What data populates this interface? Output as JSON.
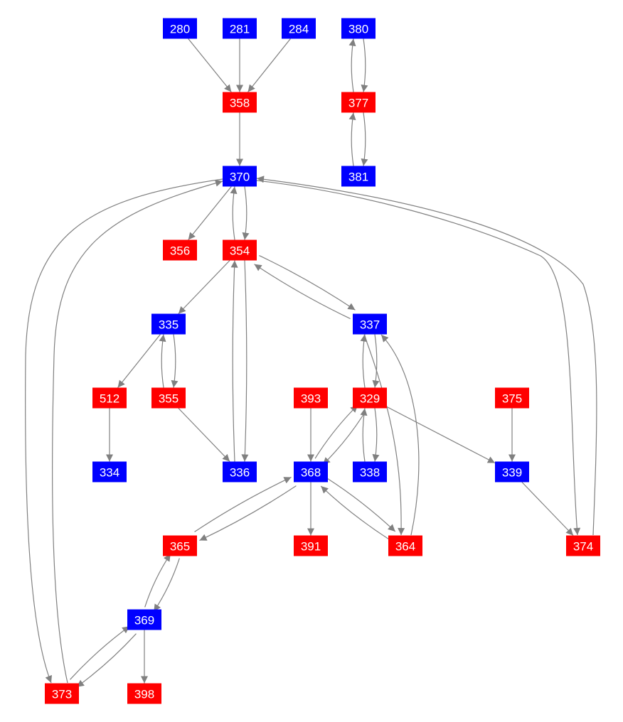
{
  "colors": {
    "blue": "#0000ff",
    "red": "#ff0000",
    "edge": "#808080"
  },
  "nodes": [
    {
      "id": "280",
      "color": "blue"
    },
    {
      "id": "281",
      "color": "blue"
    },
    {
      "id": "284",
      "color": "blue"
    },
    {
      "id": "380",
      "color": "blue"
    },
    {
      "id": "358",
      "color": "red"
    },
    {
      "id": "377",
      "color": "red"
    },
    {
      "id": "370",
      "color": "blue"
    },
    {
      "id": "381",
      "color": "blue"
    },
    {
      "id": "356",
      "color": "red"
    },
    {
      "id": "354",
      "color": "red"
    },
    {
      "id": "335",
      "color": "blue"
    },
    {
      "id": "337",
      "color": "blue"
    },
    {
      "id": "512",
      "color": "red"
    },
    {
      "id": "355",
      "color": "red"
    },
    {
      "id": "393",
      "color": "red"
    },
    {
      "id": "329",
      "color": "red"
    },
    {
      "id": "375",
      "color": "red"
    },
    {
      "id": "334",
      "color": "blue"
    },
    {
      "id": "336",
      "color": "blue"
    },
    {
      "id": "368",
      "color": "blue"
    },
    {
      "id": "338",
      "color": "blue"
    },
    {
      "id": "339",
      "color": "blue"
    },
    {
      "id": "365",
      "color": "red"
    },
    {
      "id": "391",
      "color": "red"
    },
    {
      "id": "364",
      "color": "red"
    },
    {
      "id": "374",
      "color": "red"
    },
    {
      "id": "369",
      "color": "blue"
    },
    {
      "id": "373",
      "color": "red"
    },
    {
      "id": "398",
      "color": "red"
    }
  ],
  "edges": [
    [
      "280",
      "358"
    ],
    [
      "281",
      "358"
    ],
    [
      "284",
      "358"
    ],
    [
      "380",
      "377"
    ],
    [
      "377",
      "380"
    ],
    [
      "377",
      "381"
    ],
    [
      "381",
      "377"
    ],
    [
      "358",
      "370"
    ],
    [
      "370",
      "356"
    ],
    [
      "370",
      "354"
    ],
    [
      "354",
      "370"
    ],
    [
      "370",
      "373"
    ],
    [
      "373",
      "370"
    ],
    [
      "370",
      "374"
    ],
    [
      "374",
      "370"
    ],
    [
      "354",
      "335"
    ],
    [
      "354",
      "337"
    ],
    [
      "337",
      "354"
    ],
    [
      "354",
      "336"
    ],
    [
      "336",
      "354"
    ],
    [
      "335",
      "512"
    ],
    [
      "335",
      "355"
    ],
    [
      "355",
      "335"
    ],
    [
      "512",
      "334"
    ],
    [
      "355",
      "336"
    ],
    [
      "337",
      "329"
    ],
    [
      "329",
      "337"
    ],
    [
      "337",
      "364"
    ],
    [
      "364",
      "337"
    ],
    [
      "393",
      "368"
    ],
    [
      "329",
      "368"
    ],
    [
      "368",
      "329"
    ],
    [
      "329",
      "338"
    ],
    [
      "338",
      "329"
    ],
    [
      "329",
      "339"
    ],
    [
      "375",
      "339"
    ],
    [
      "339",
      "374"
    ],
    [
      "368",
      "391"
    ],
    [
      "368",
      "364"
    ],
    [
      "364",
      "368"
    ],
    [
      "368",
      "365"
    ],
    [
      "365",
      "368"
    ],
    [
      "365",
      "369"
    ],
    [
      "369",
      "365"
    ],
    [
      "369",
      "373"
    ],
    [
      "373",
      "369"
    ],
    [
      "369",
      "398"
    ]
  ]
}
